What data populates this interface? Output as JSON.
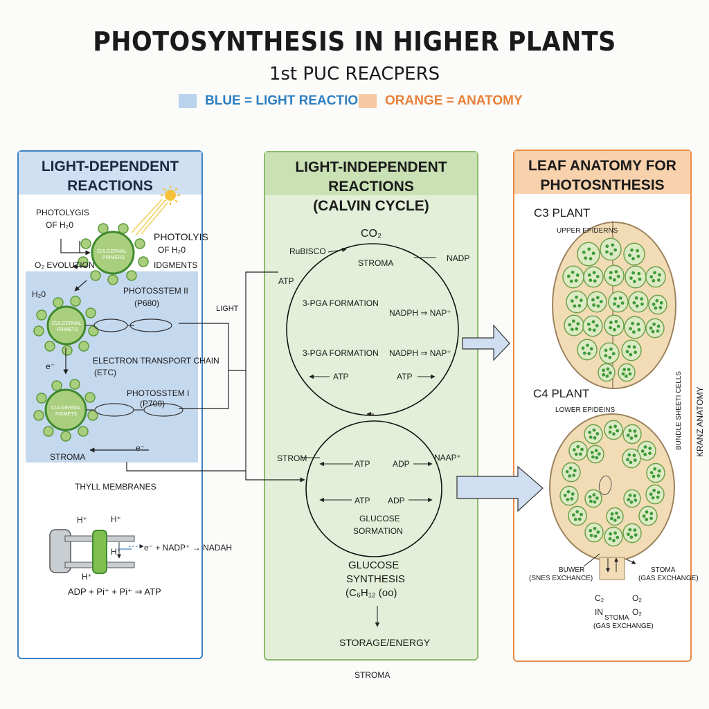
{
  "header": {
    "title": "PHOTOSYNTHESIS IN HIGHER PLANTS",
    "subtitle": "1st PUC REACPERS",
    "legend": [
      {
        "label": "BLUE = LIGHT REACTIONS",
        "color": "#2f7fc0",
        "swatch": "#b9d3ec"
      },
      {
        "label": "ORANGE = ANATOMY",
        "color": "#e8803a",
        "swatch": "#f6c9a2"
      }
    ]
  },
  "panels": {
    "light": {
      "title_line1": "LIGHT-DEPENDENT",
      "title_line2": "REACTIONS",
      "labels": {
        "photolysis_left_1": "PHOTOLYGIS",
        "photolysis_left_2": "OF H₂0",
        "o2_evolution": "O₂ EVOLUTION",
        "photolysis_right_1": "PHOTOLYIS",
        "photolysis_right_2": "OF H₂0",
        "pigments": "IDGMENTS",
        "ps_top_1": "CULGERNAL",
        "ps_top_2": "PRIMERS",
        "h2o": "H₂0",
        "ps2_1": "PHOTOSSTEM II",
        "ps2_2": "(P680)",
        "ps_mid_1": "CULGERNAL",
        "ps_mid_2": "FRIMETS",
        "light": "LIGHT",
        "e_left": "e⁻",
        "etc_1": "ELECTRON TRANSPORT CHAIN",
        "etc_2": "(ETC)",
        "ps1_1": "PHOTOSSTEM I",
        "ps1_2": "(P700)",
        "ps_low_1": "CULGERNAL",
        "ps_low_2": "FIGMETS",
        "e_bottom": "e⁻",
        "stroma": "STROMA",
        "thyll": "THYLL MEMBRANES",
        "h_plus_1": "H⁺",
        "h_plus_2": "H⁺",
        "h_plus_3": "H⁺",
        "h_plus_4": "H⁺",
        "nadp_eq": "e⁻ + NADP⁺ → NADAH",
        "atp_eq": "ADP + Pi⁺ + Pi⁺ ⇒ ATP"
      }
    },
    "calvin": {
      "title_line1": "LIGHT-INDEPENDENT REACTIONS",
      "title_line2": "(CALVIN CYCLE)",
      "labels": {
        "co2": "CO₂",
        "rubisco": "RuBISCO",
        "nadp_top": "NADP",
        "stroma_top": "STROMA",
        "atp_left": "ATP",
        "pga_1": "3-PGA FORMATION",
        "nadph_1": "NADPH ⇒ NAP⁺",
        "pga_2": "3-PGA FORMATION",
        "nadph_2": "NADPH ⇒ NAP⁺",
        "atp_c1": "ATP",
        "atp_c2": "ATP",
        "strom": "STROM",
        "atp_c3": "ATP",
        "adp_c1": "ADP",
        "naap": "NAAP⁺",
        "atp_c4": "ATP",
        "adp_c2": "ADP",
        "glucose_1": "GLUCOSE",
        "glucose_2": "SORMATION",
        "synth_1": "GLUCOSE",
        "synth_2": "SYNTHESIS",
        "synth_3": "(C₆H₁₂ (oo)",
        "storage": "STORAGE/ENERGY",
        "stroma_bottom": "STROMA"
      }
    },
    "leaf": {
      "title_line1": "LEAF ANATOMY FOR",
      "title_line2": "PHOTOSNTHESIS",
      "labels": {
        "c3": "C3 PLANT",
        "upper": "UPPER EPIDERNS",
        "c4": "C4 PLANT",
        "lower": "LOWER EPIDEINS",
        "bundle": "BUNDLE SHEETI CELLS",
        "kranz": "KRANZ ANATOMY",
        "buwer_1": "BUWER",
        "buwer_2": "(SNES EXCHANCE)",
        "stoma_r_1": "STOMA",
        "stoma_r_2": "(GAS EXCHANGE)",
        "c2": "C₂",
        "in": "IN",
        "o2_a": "O₂",
        "o2_b": "O₂",
        "stoma_b_1": "STOMA",
        "stoma_b_2": "(GAS EXCHANGE)"
      }
    }
  },
  "colors": {
    "blue_border": "#3f82c2",
    "blue_head": "#cfe0f3",
    "blue_fill": "#c4d8ee",
    "green_border": "#8dbb6c",
    "green_head": "#c9e1b4",
    "green_fill": "#e3efd8",
    "orange_border": "#ea8a45",
    "orange_head": "#f8d2ad",
    "leaf_fill": "#f2dcb5",
    "cell_fill": "#dcebc4",
    "chloroplast": "#3f9a3a"
  }
}
